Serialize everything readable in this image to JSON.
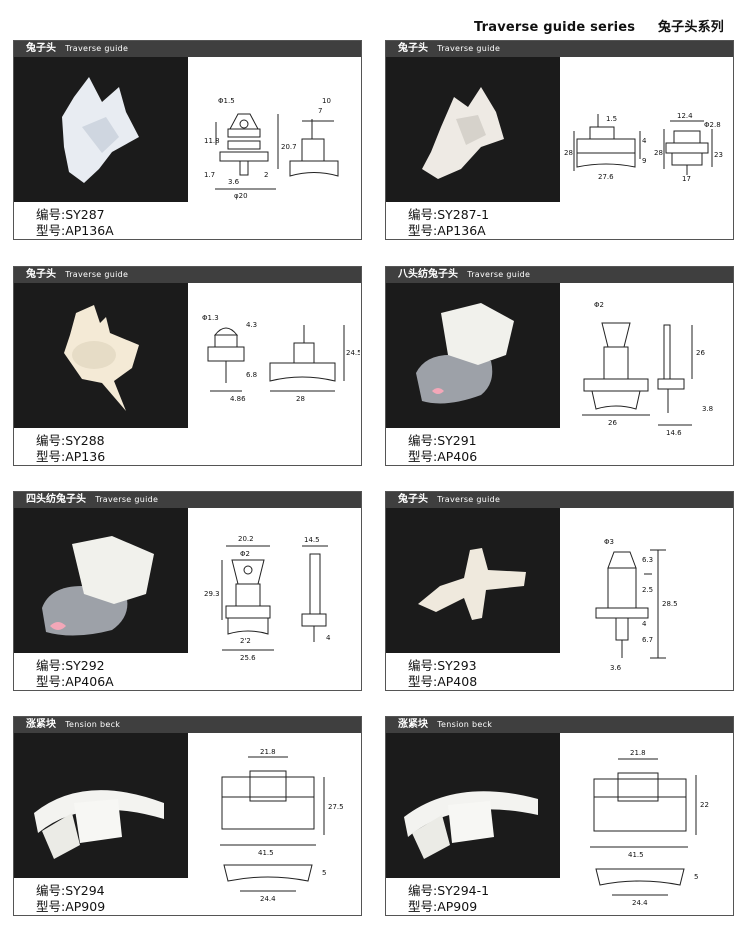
{
  "header": {
    "title_en": "Traverse guide series",
    "title_cn": "兔子头系列"
  },
  "cards": [
    {
      "title_cn": "兔子头",
      "title_en": "Traverse guide",
      "code": "编号:SY287",
      "model": "型号:AP136A",
      "dims": [
        "Φ1.5",
        "10",
        "7",
        "11.8",
        "20.7",
        "1.7",
        "3.6",
        "2",
        "φ20"
      ]
    },
    {
      "title_cn": "兔子头",
      "title_en": "Traverse guide",
      "code": "编号:SY287-1",
      "model": "型号:AP136A",
      "dims": [
        "1.5",
        "12.4",
        "Φ2.8",
        "28",
        "4",
        "9",
        "27.6",
        "28",
        "23",
        "17"
      ]
    },
    {
      "title_cn": "兔子头",
      "title_en": "Traverse guide",
      "code": "编号:SY288",
      "model": "型号:AP136",
      "dims": [
        "Φ1.3",
        "4.3",
        "24.5",
        "6.8",
        "4.86",
        "28"
      ]
    },
    {
      "title_cn": "八头纺兔子头",
      "title_en": "Traverse guide",
      "code": "编号:SY291",
      "model": "型号:AP406",
      "dims": [
        "Φ2",
        "26",
        "26",
        "3.8",
        "14.6"
      ]
    },
    {
      "title_cn": "四头纺兔子头",
      "title_en": "Traverse guide",
      "code": "编号:SY292",
      "model": "型号:AP406A",
      "dims": [
        "20.2",
        "Φ2",
        "29.3",
        "2'2",
        "25.6",
        "14.5",
        "4"
      ]
    },
    {
      "title_cn": "兔子头",
      "title_en": "Traverse guide",
      "code": "编号:SY293",
      "model": "型号:AP408",
      "dims": [
        "Φ3",
        "6.3",
        "2.5",
        "28.5",
        "4",
        "6.7",
        "3.6"
      ]
    },
    {
      "title_cn": "涨紧块",
      "title_en": "Tension beck",
      "code": "编号:SY294",
      "model": "型号:AP909",
      "dims": [
        "21.8",
        "27.5",
        "41.5",
        "24.4",
        "5"
      ]
    },
    {
      "title_cn": "涨紧块",
      "title_en": "Tension beck",
      "code": "编号:SY294-1",
      "model": "型号:AP909",
      "dims": [
        "21.8",
        "22",
        "41.5",
        "24.4",
        "5"
      ]
    }
  ]
}
